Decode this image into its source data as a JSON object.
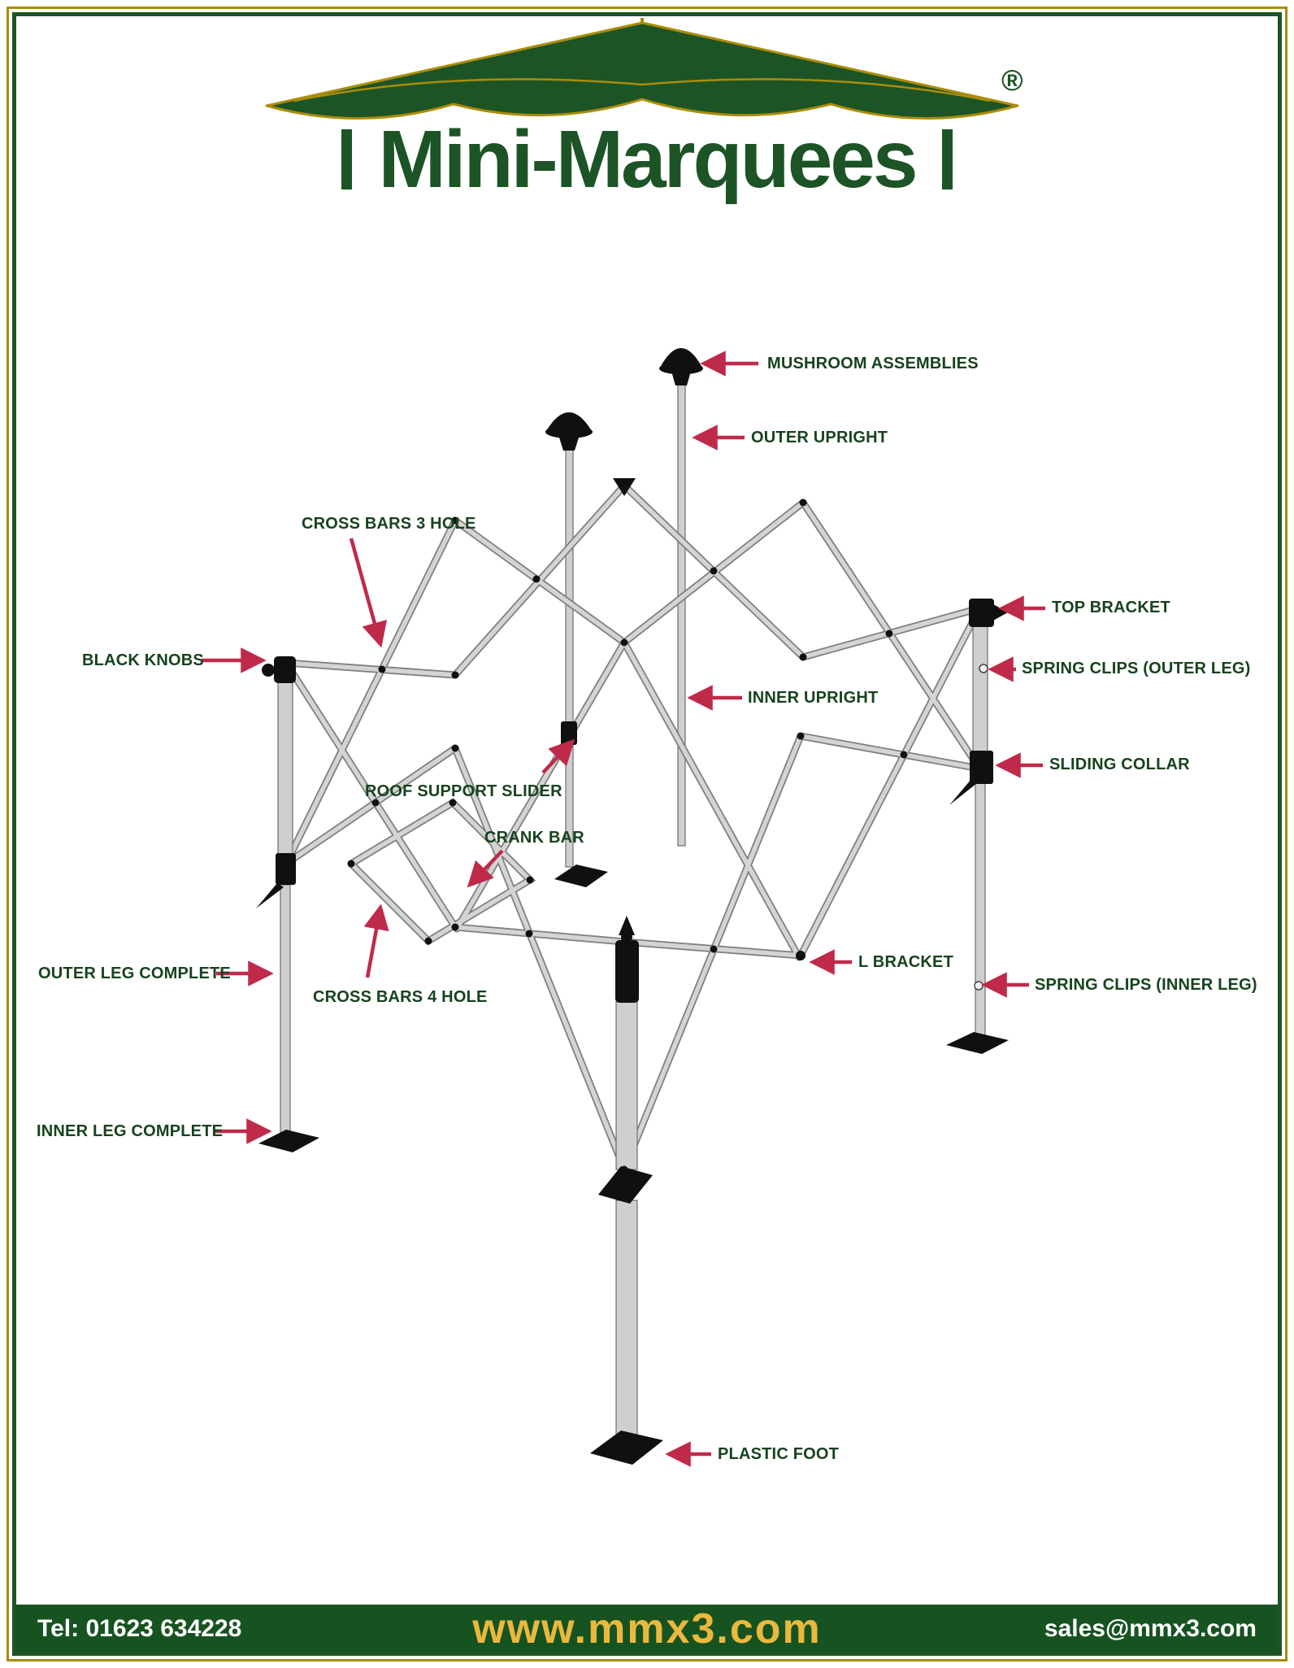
{
  "brand": {
    "name": "Mini-Marquees",
    "registered_mark": "®"
  },
  "diagram": {
    "labels": [
      {
        "id": "mushroom-assemblies",
        "text": "MUSHROOM ASSEMBLIES"
      },
      {
        "id": "outer-upright",
        "text": "OUTER UPRIGHT"
      },
      {
        "id": "cross-bars-3-hole",
        "text": "CROSS BARS 3 HOLE"
      },
      {
        "id": "top-bracket",
        "text": "TOP BRACKET"
      },
      {
        "id": "black-knobs",
        "text": "BLACK KNOBS"
      },
      {
        "id": "spring-clips-outer",
        "text": "SPRING CLIPS (OUTER LEG)"
      },
      {
        "id": "inner-upright",
        "text": "INNER UPRIGHT"
      },
      {
        "id": "sliding-collar",
        "text": "SLIDING COLLAR"
      },
      {
        "id": "roof-support-slider",
        "text": "ROOF SUPPORT SLIDER"
      },
      {
        "id": "crank-bar",
        "text": "CRANK BAR"
      },
      {
        "id": "l-bracket",
        "text": "L BRACKET"
      },
      {
        "id": "outer-leg-complete",
        "text": "OUTER LEG COMPLETE"
      },
      {
        "id": "cross-bars-4-hole",
        "text": "CROSS BARS 4 HOLE"
      },
      {
        "id": "spring-clips-inner",
        "text": "SPRING CLIPS (INNER LEG)"
      },
      {
        "id": "inner-leg-complete",
        "text": "INNER LEG COMPLETE"
      },
      {
        "id": "plastic-foot",
        "text": "PLASTIC FOOT"
      }
    ]
  },
  "footer": {
    "tel": "Tel: 01623 634228",
    "website": "www.mmx3.com",
    "email": "sales@mmx3.com"
  },
  "colors": {
    "brand_green": "#1c5426",
    "border_gold": "#ab8c0a",
    "label_green": "#17431e",
    "arrow_crimson": "#c02a4a",
    "footer_green": "#175321",
    "footer_gold": "#eab83e",
    "frame_silver": "#cfcfcf"
  }
}
